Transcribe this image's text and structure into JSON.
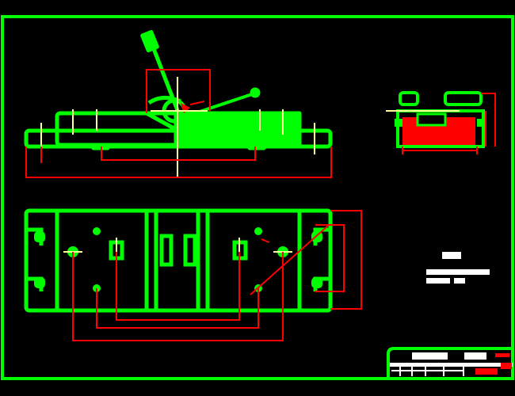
{
  "drawing": {
    "colors": {
      "background": "#000000",
      "outline": "#00ff00",
      "dimension": "#ff0000",
      "centerline": "#ffff99",
      "text": "#ffffff"
    },
    "views": [
      "front-view",
      "side-view",
      "plan-view",
      "technical-notes",
      "title-block"
    ]
  }
}
